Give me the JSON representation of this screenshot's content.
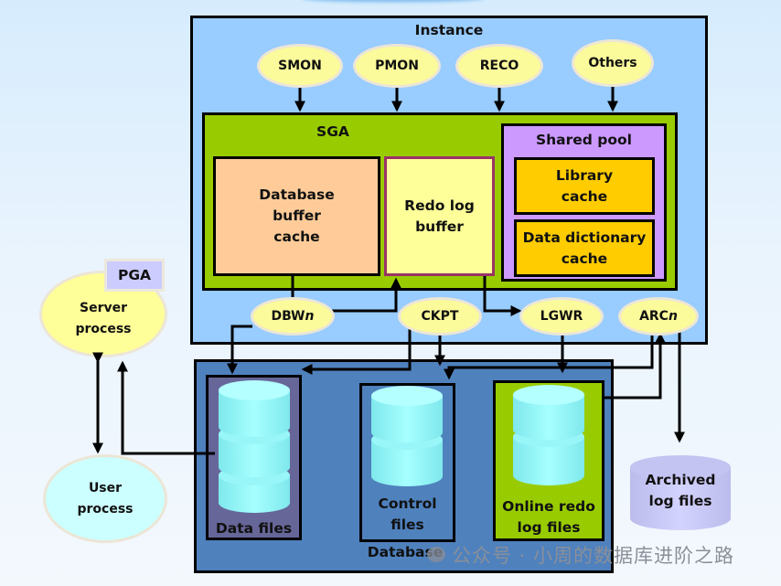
{
  "instance": {
    "label": "Instance",
    "background_processes": [
      "SMON",
      "PMON",
      "RECO",
      "Others"
    ]
  },
  "sga": {
    "label": "SGA",
    "database_buffer_cache": [
      "Database",
      "buffer",
      "cache"
    ],
    "redo_log_buffer": [
      "Redo log",
      "buffer"
    ],
    "shared_pool": {
      "label": "Shared pool",
      "library_cache": [
        "Library",
        "cache"
      ],
      "data_dictionary_cache": [
        "Data dictionary",
        "cache"
      ]
    }
  },
  "processes": {
    "dbwn": {
      "base": "DBW",
      "suffix": "n"
    },
    "ckpt": "CKPT",
    "lgwr": "LGWR",
    "arcn": {
      "base": "ARC",
      "suffix": "n"
    }
  },
  "pga": "PGA",
  "server_process": [
    "Server",
    "process"
  ],
  "user_process": [
    "User",
    "process"
  ],
  "database": {
    "label": "Database",
    "data_files": "Data files",
    "control_files": [
      "Control",
      "files"
    ],
    "online_redo_log_files": [
      "Online redo",
      "log files"
    ]
  },
  "archived_log_files": [
    "Archived",
    "log files"
  ],
  "watermark": "公众号 · 小周的数据库进阶之路",
  "colors": {
    "instance_bg": "#99ccff",
    "sga_bg": "#99cc00",
    "buffer_cache_bg": "#ffcc99",
    "redo_buffer_bg": "#ffff99",
    "shared_pool_bg": "#cc99ff",
    "cache_bg": "#ffcc00",
    "database_bg": "#4f81bd",
    "data_files_bg": "#666699",
    "online_redo_bg": "#99cc00",
    "process_ellipse": "#fbfb9b",
    "user_process": "#ccffff",
    "pga_bg": "#ccccff",
    "archived_bg": "#ccccff"
  }
}
